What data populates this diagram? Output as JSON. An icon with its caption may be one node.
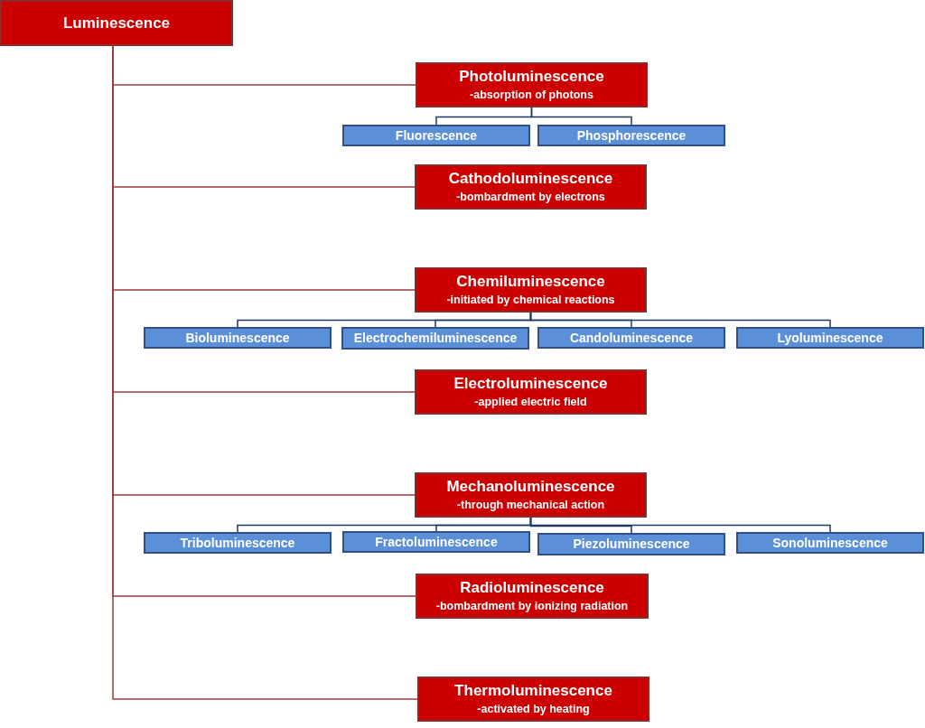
{
  "diagram": {
    "nodes": [
      {
        "text": [
          "Luminescence"
        ]
      },
      {
        "text": [
          "Photoluminescence",
          "-absorption of photons"
        ]
      },
      {
        "text": [
          "Fluorescence"
        ]
      },
      {
        "text": [
          "Phosphorescence"
        ]
      },
      {
        "text": [
          "Cathodoluminescence",
          "-bombardment by electrons"
        ]
      },
      {
        "text": [
          "Chemiluminescence",
          "-initiated by chemical reactions"
        ]
      },
      {
        "text": [
          "Bioluminescence"
        ]
      },
      {
        "text": [
          "Electrochemiluminescence"
        ]
      },
      {
        "text": [
          "Candoluminescence"
        ]
      },
      {
        "text": [
          "Lyoluminescence"
        ]
      },
      {
        "text": [
          "Electroluminescence",
          "-applied electric field"
        ]
      },
      {
        "text": [
          "Mechanoluminescence",
          "-through mechanical action"
        ]
      },
      {
        "text": [
          "Triboluminescence"
        ]
      },
      {
        "text": [
          "Fractoluminescence"
        ]
      },
      {
        "text": [
          "Piezoluminescence"
        ]
      },
      {
        "text": [
          "Sonoluminescence"
        ]
      },
      {
        "text": [
          "Radioluminescence",
          "-bombardment by ionizing radiation"
        ]
      },
      {
        "text": [
          "Thermoluminescence",
          "-activated by heating"
        ]
      }
    ],
    "edges": [
      {
        "from": 0,
        "to": 1,
        "arrow": "none",
        "color": "#a13b3b"
      },
      {
        "from": 1,
        "to": 2,
        "arrow": "none"
      },
      {
        "from": 1,
        "to": 3,
        "arrow": "none"
      },
      {
        "from": 0,
        "to": 4,
        "arrow": "none",
        "color": "#a13b3b"
      },
      {
        "from": 0,
        "to": 5,
        "arrow": "none",
        "color": "#a13b3b"
      },
      {
        "from": 5,
        "to": 6,
        "arrow": "none"
      },
      {
        "from": 5,
        "to": 7,
        "arrow": "none"
      },
      {
        "from": 5,
        "to": 8,
        "arrow": "none"
      },
      {
        "from": 5,
        "to": 9,
        "arrow": "none"
      },
      {
        "from": 0,
        "to": 10,
        "arrow": "none",
        "color": "#a13b3b"
      },
      {
        "from": 0,
        "to": 11,
        "arrow": "none",
        "color": "#a13b3b"
      },
      {
        "from": 11,
        "to": 12,
        "arrow": "none"
      },
      {
        "from": 11,
        "to": 13,
        "arrow": "none"
      },
      {
        "from": 11,
        "to": 14,
        "arrow": "none"
      },
      {
        "from": 11,
        "to": 15,
        "arrow": "none"
      },
      {
        "from": 0,
        "to": 16,
        "arrow": "none",
        "color": "#a13b3b"
      },
      {
        "from": 0,
        "to": 17,
        "arrow": "none",
        "color": "#a13b3b"
      }
    ]
  }
}
